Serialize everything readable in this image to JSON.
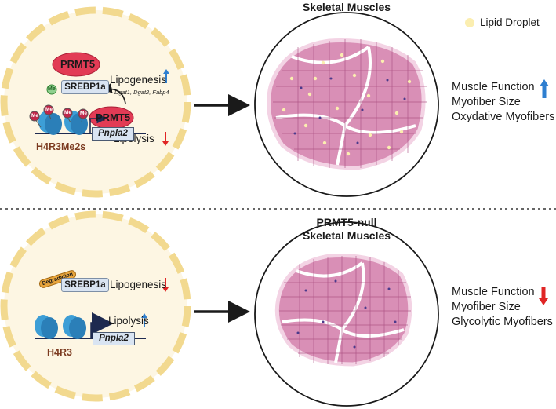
{
  "legend": {
    "lipid_droplet": "Lipid Droplet"
  },
  "top": {
    "prmt5_bound": "PRMT5",
    "prmt5_free": "PRMT5",
    "srebp1a": "SREBP1a",
    "me_mark": "Me",
    "lipogenesis": "Lipogenesis",
    "lipogenesis_trend": "up",
    "targets": "Dgat1, Dgat2, Fabp4",
    "lipolysis": "Lipolysis",
    "lipolysis_trend": "down",
    "gene": "Pnpla2",
    "histone_mark": "H4R3Me2s",
    "muscle_title": "Skeletal Muscles",
    "outcomes": [
      "Muscle Function",
      "Myofiber Size",
      "Oxydative Myofibers"
    ],
    "outcome_trend": "up"
  },
  "bottom": {
    "degradation": "Degradation",
    "srebp1a": "SREBP1a",
    "lipogenesis": "Lipogenesis",
    "lipogenesis_trend": "down",
    "lipolysis": "Lipolysis",
    "lipolysis_trend": "up",
    "gene": "Pnpla2",
    "histone_mark": "H4R3",
    "muscle_title_1": "PRMT5-null",
    "muscle_title_2": "Skeletal Muscles",
    "outcomes": [
      "Muscle Function",
      "Myofiber Size",
      "Glycolytic Myofibers"
    ],
    "outcome_trend": "down"
  },
  "colors": {
    "cell_fill": "#fdf6e3",
    "cell_border": "#f2d98f",
    "prmt5": "#e23b55",
    "muscle": "#d98fb6",
    "lipid": "#fbeeb0",
    "arrow_up": "#2f7fd0",
    "arrow_down": "#e02525"
  }
}
